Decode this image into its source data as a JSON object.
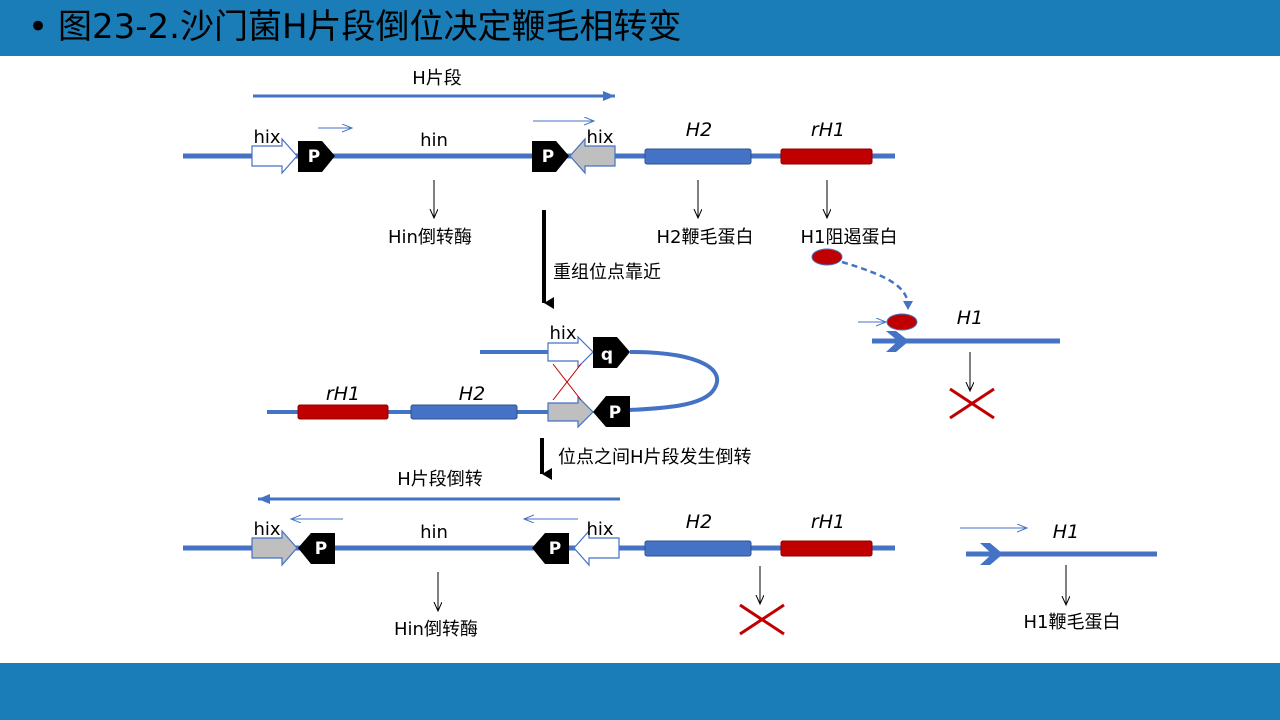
{
  "title": {
    "bullet": "•",
    "text": "图23-2.沙门菌H片段倒位决定鞭毛相转变"
  },
  "colors": {
    "band": "#1a7db8",
    "dna": "#4472c4",
    "h2_gene": "#4472c4",
    "rh1_gene": "#c00000",
    "repressor": "#c00000",
    "promoter": "#000000",
    "hix_gray": "#bfbfbf",
    "cross": "#c00000"
  },
  "top": {
    "segment_label": "H片段",
    "hix_left": "hix",
    "hix_right": "hix",
    "hin": "hin",
    "promoter_left": "P",
    "promoter_right": "P",
    "h2": "H2",
    "rh1": "rH1",
    "product_hin": "Hin倒转酶",
    "product_h2": "H2鞭毛蛋白",
    "product_rh1": "H1阻遏蛋白"
  },
  "step1": "重组位点靠近",
  "repressed": {
    "h1": "H1"
  },
  "loop": {
    "hix": "hix",
    "q": "q",
    "p": "P",
    "rh1": "rH1",
    "h2": "H2"
  },
  "step2": "位点之间H片段发生倒转",
  "bottom": {
    "segment_label": "H片段倒转",
    "hix_left": "hix",
    "hix_right": "hix",
    "hin": "hin",
    "promoter_left": "P",
    "promoter_right": "P",
    "h2": "H2",
    "rh1": "rH1",
    "product_hin": "Hin倒转酶",
    "h1": "H1",
    "product_h1": "H1鞭毛蛋白"
  }
}
